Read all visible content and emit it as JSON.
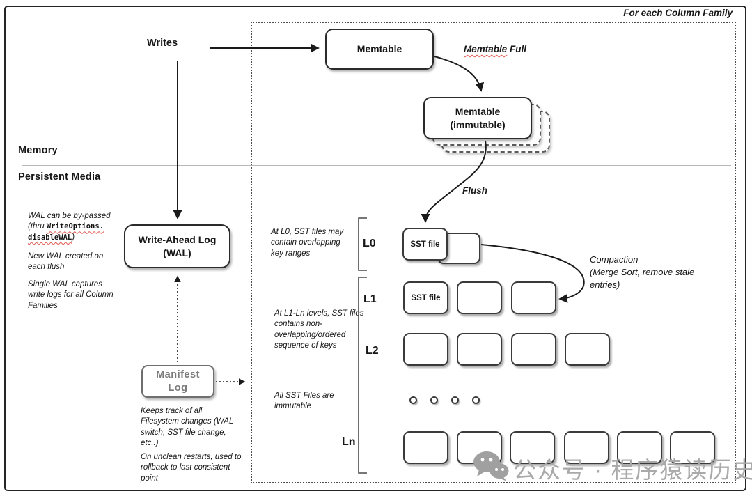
{
  "header": {
    "for_each_column_family": "For each Column Family"
  },
  "zones": {
    "memory": "Memory",
    "persistent_media": "Persistent Media"
  },
  "flow": {
    "writes": "Writes",
    "memtable": "Memtable",
    "memtable_full": {
      "word": "Memtable",
      "rest": " Full"
    },
    "immutable_memtable": {
      "line1": "Memtable",
      "line2": "(immutable)"
    },
    "flush": "Flush",
    "wal": {
      "line1": "Write-Ahead Log",
      "line2": "(WAL)"
    },
    "manifest": {
      "line1": "Manifest",
      "line2": "Log"
    },
    "compaction": {
      "line1": "Compaction",
      "line2": "(Merge Sort, remove stale",
      "line3": "entries)"
    }
  },
  "notes": {
    "wal_bypass": {
      "line1": "WAL can be by-passed",
      "line2_prefix": "(thru ",
      "code1": "WriteOptions.",
      "code2": "disableWAL",
      "line3_suffix": ")"
    },
    "new_wal": "New WAL created on each flush",
    "single_wal": "Single WAL captures write logs for all Column Families",
    "manifest_tracks": "Keeps track of all Filesystem changes (WAL switch, SST file change, etc..)",
    "manifest_restart": "On unclean restarts, used to rollback to last consistent point",
    "l0_note": "At L0, SST files may contain overlapping key ranges",
    "l1_ln_note": "At L1-Ln levels, SST files contains non-overlapping/ordered sequence of keys",
    "sst_immutable_note": "All SST Files are immutable"
  },
  "levels": {
    "l0": "L0",
    "l1": "L1",
    "l2": "L2",
    "ln": "Ln"
  },
  "sst": {
    "label": "SST file"
  },
  "watermark": {
    "text": "公众号 · 程序猿读历史"
  },
  "colors": {
    "line": "#1f1f1f",
    "box_border": "#2b2b2b",
    "manifest_gray": "#6f6f6f",
    "divider_gray": "#b7b7b7",
    "squiggle_red": "#e2574c",
    "watermark_gray": "#a9a9a9"
  }
}
